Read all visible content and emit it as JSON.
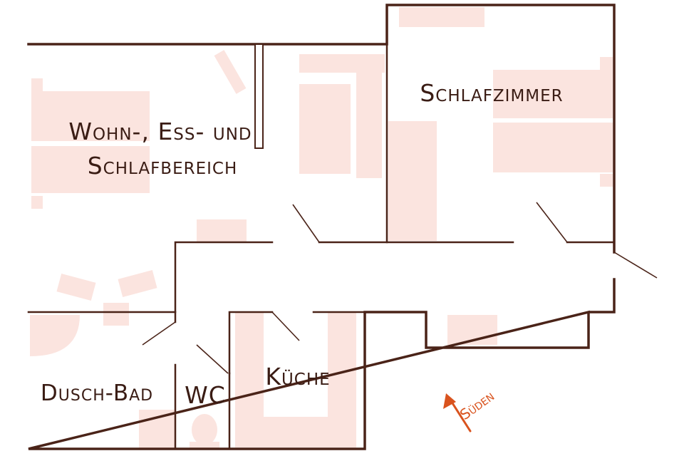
{
  "rooms": {
    "living": {
      "line1": "Wohn-, Ess- und",
      "line2": "Schlafbereich"
    },
    "bedroom": {
      "label": "Schlafzimmer"
    },
    "bathroom": {
      "label": "Dusch-Bad"
    },
    "wc": {
      "label": "WC"
    },
    "kitchen": {
      "label": "Küche"
    }
  },
  "compass": {
    "label": "Süden",
    "icon": "arrow-up-icon",
    "color": "#d9531e"
  },
  "colors": {
    "wall": "#4a2318",
    "furniture": "#fbe4df",
    "text": "#3a1c14"
  }
}
